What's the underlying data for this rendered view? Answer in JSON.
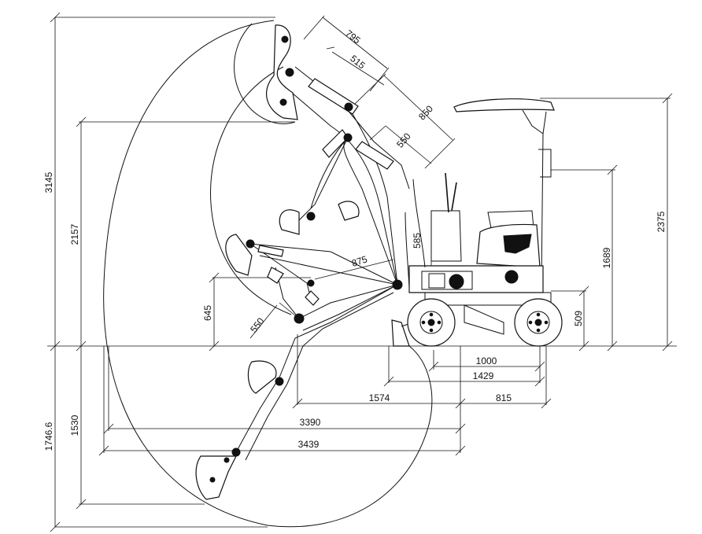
{
  "dimensions": {
    "d795": "795",
    "d515": "515",
    "d850": "850",
    "d550_top": "550",
    "d2375": "2375",
    "d1689": "1689",
    "d509": "509",
    "d585": "585",
    "d875": "875",
    "d3145": "3145",
    "d2157": "2157",
    "d645": "645",
    "d550_low": "550",
    "d1000": "1000",
    "d1429": "1429",
    "d1574": "1574",
    "d815": "815",
    "d3390": "3390",
    "d3439": "3439",
    "d1746": "1746.6",
    "d1530": "1530"
  }
}
